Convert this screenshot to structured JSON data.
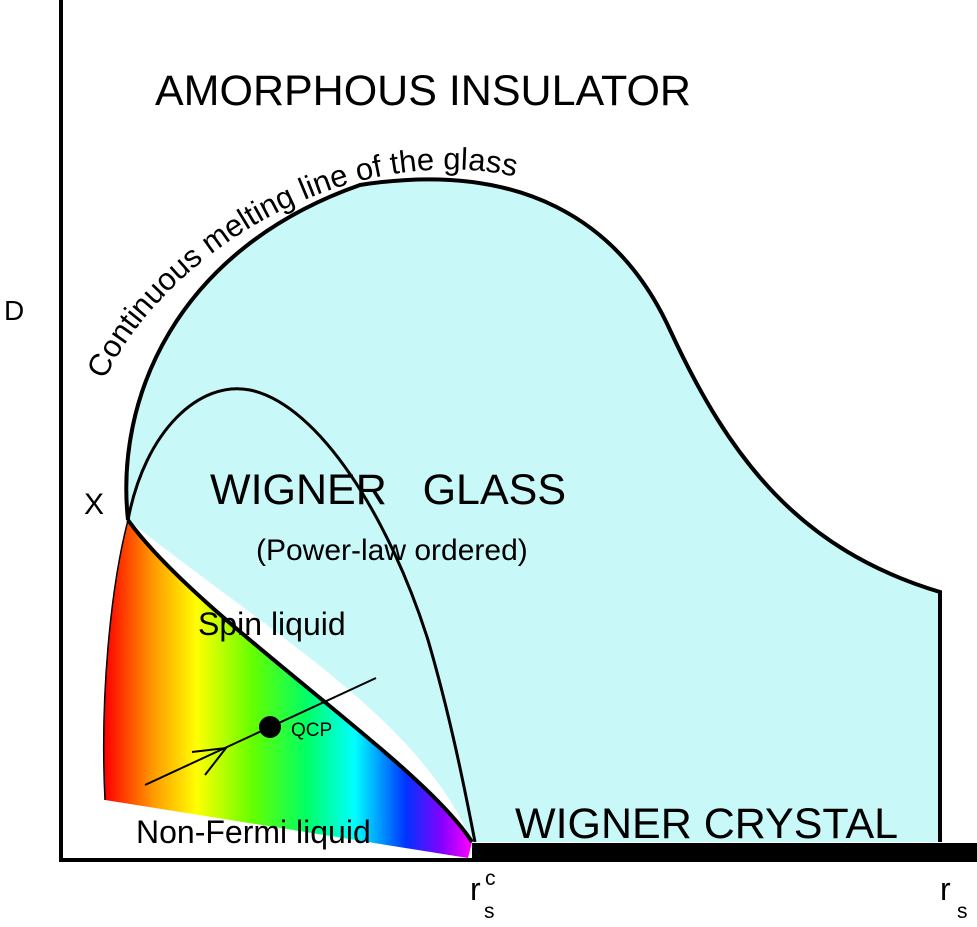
{
  "colors": {
    "glass_fill": "#c8f8f8",
    "line": "#000000",
    "background": "#ffffff",
    "spectrum": [
      "#ff0000",
      "#ff9900",
      "#ffff00",
      "#66ff00",
      "#00ff66",
      "#00ffff",
      "#0033ff",
      "#8800ff",
      "#ff00ff"
    ]
  },
  "labels": {
    "region_top": "AMORPHOUS INSULATOR",
    "melting_line": "Continuous melting line of the glass",
    "glass_title": "WIGNER   GLASS",
    "glass_subtitle": "(Power-law ordered)",
    "spin_liquid": "Spin liquid",
    "qcp": "QCP",
    "non_fermi": "Non-Fermi liquid",
    "crystal": "WIGNER CRYSTAL",
    "point_x": "X",
    "y_axis": "D",
    "x_axis_main": "r",
    "x_axis_main_sub": "s",
    "x_axis_critical": "r",
    "x_axis_critical_sup": "c",
    "x_axis_critical_sub": "s"
  }
}
